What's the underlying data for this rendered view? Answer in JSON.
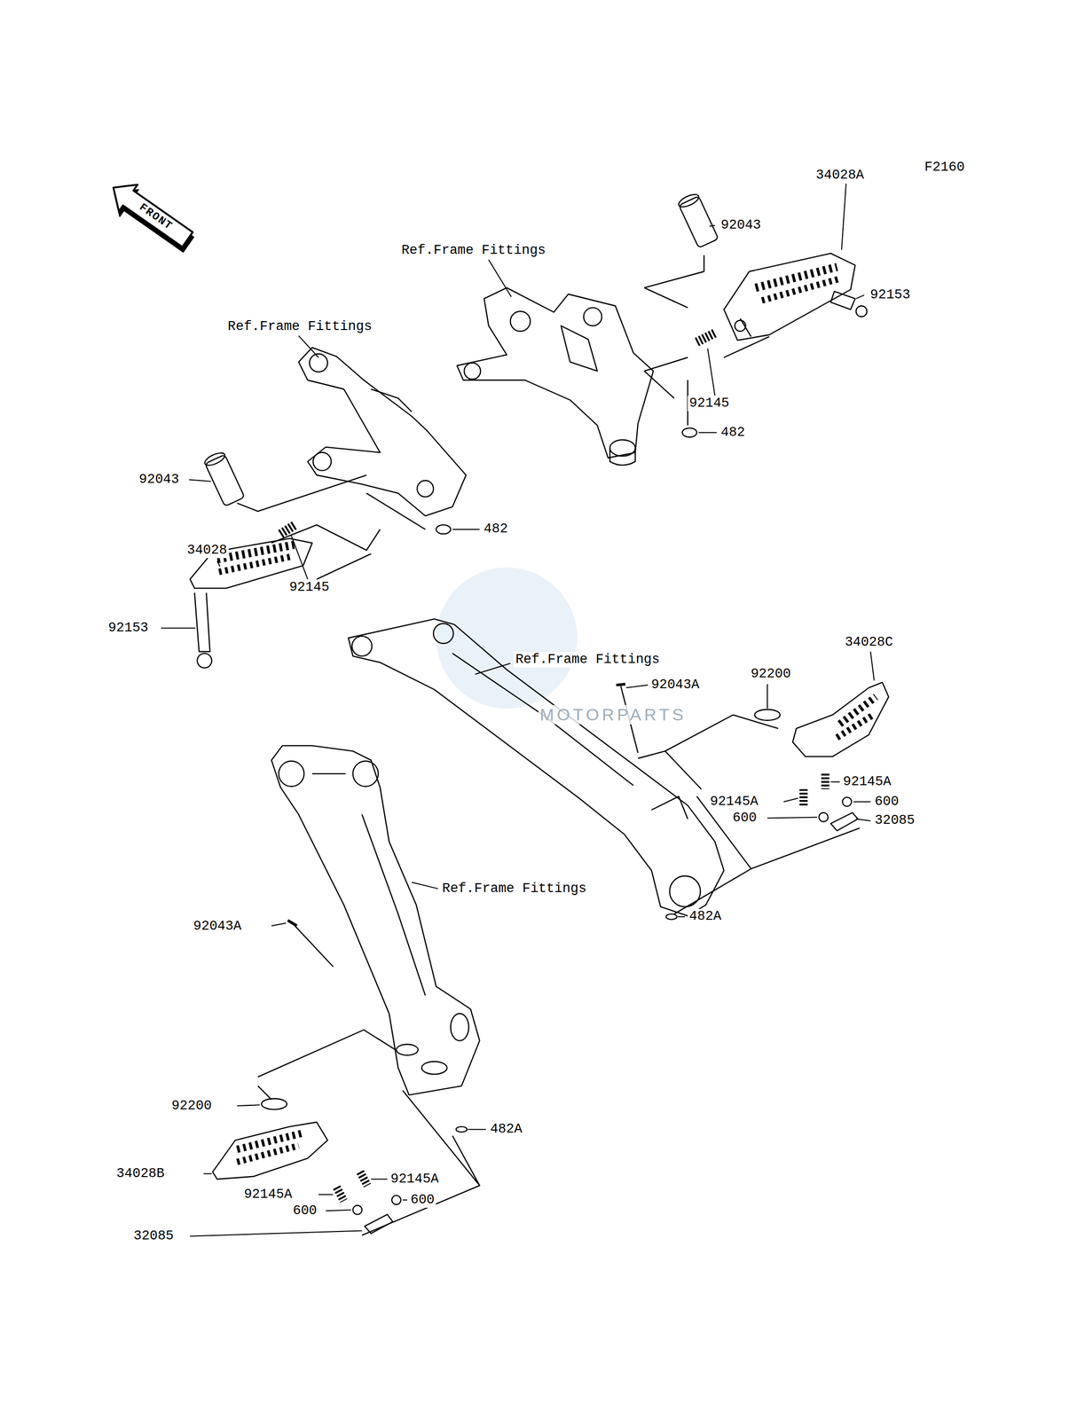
{
  "diagram": {
    "labels": [
      "F2160",
      "FRONT",
      "34028A",
      "92043",
      "Ref.Frame Fittings",
      "92153",
      "Ref.Frame Fittings",
      "92145",
      "482",
      "92043",
      "482",
      "34028",
      "92145",
      "92153",
      "Ref.Frame Fittings",
      "92043A",
      "92200",
      "34028C",
      "92145A",
      "92145A",
      "600",
      "600",
      "32085",
      "482A",
      "Ref.Frame Fittings",
      "92043A",
      "92200",
      "482A",
      "34028B",
      "92145A",
      "92145A",
      "600",
      "600",
      "32085",
      "MOTORPARTS"
    ]
  }
}
